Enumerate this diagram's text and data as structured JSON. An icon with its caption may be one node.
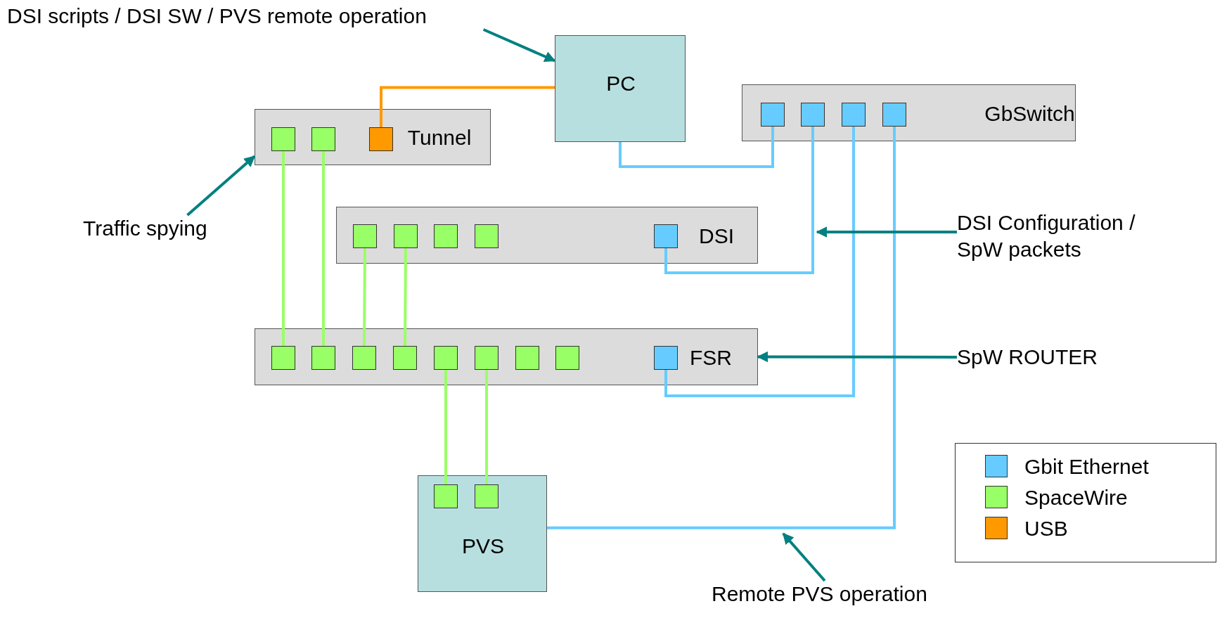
{
  "diagram": {
    "nodes": [
      {
        "text": [
          "PC"
        ]
      },
      {
        "text": [
          "GbSwitch"
        ]
      },
      {
        "text": [],
        "shape": "box",
        "in": 1
      },
      {
        "text": [],
        "shape": "box",
        "in": 1
      },
      {
        "text": [],
        "shape": "box",
        "in": 1
      },
      {
        "text": [],
        "shape": "box",
        "in": 1
      },
      {
        "text": [
          "Tunnel"
        ]
      },
      {
        "text": [],
        "shape": "box",
        "in": 6
      },
      {
        "text": [],
        "shape": "box",
        "in": 6
      },
      {
        "text": [],
        "shape": "box",
        "in": 6
      },
      {
        "text": [
          "DSI"
        ]
      },
      {
        "text": [],
        "shape": "box",
        "in": 10
      },
      {
        "text": [],
        "shape": "box",
        "in": 10
      },
      {
        "text": [],
        "shape": "box",
        "in": 10
      },
      {
        "text": [],
        "shape": "box",
        "in": 10
      },
      {
        "text": [],
        "shape": "box",
        "in": 10
      },
      {
        "text": [
          "FSR"
        ]
      },
      {
        "text": [],
        "shape": "box",
        "in": 16
      },
      {
        "text": [],
        "shape": "box",
        "in": 16
      },
      {
        "text": [],
        "shape": "box",
        "in": 16
      },
      {
        "text": [],
        "shape": "box",
        "in": 16
      },
      {
        "text": [],
        "shape": "box",
        "in": 16
      },
      {
        "text": [],
        "shape": "box",
        "in": 16
      },
      {
        "text": [],
        "shape": "box",
        "in": 16
      },
      {
        "text": [],
        "shape": "box",
        "in": 16
      },
      {
        "text": [],
        "shape": "box",
        "in": 16
      },
      {
        "text": [
          "PVS"
        ]
      },
      {
        "text": [],
        "shape": "box",
        "in": 26
      },
      {
        "text": [],
        "shape": "box",
        "in": 26
      },
      {
        "text": [
          "DSI scripts / DSI SW / PVS remote operation"
        ]
      },
      {
        "text": [
          "Traffic spying"
        ]
      },
      {
        "text": [
          "DSI Configuration / SpW packets"
        ]
      },
      {
        "text": [
          "SpW ROUTER"
        ]
      },
      {
        "text": [
          "Remote PVS operation"
        ]
      }
    ],
    "edges": [
      {
        "from": 0,
        "to": 9,
        "arrow": "none",
        "color": "#ff9900"
      },
      {
        "from": 0,
        "to": 2,
        "arrow": "none",
        "color": "#66ccff"
      },
      {
        "from": 3,
        "to": 15,
        "arrow": "none",
        "color": "#66ccff"
      },
      {
        "from": 4,
        "to": 25,
        "arrow": "none",
        "color": "#66ccff"
      },
      {
        "from": 5,
        "to": 26,
        "arrow": "none",
        "color": "#66ccff"
      },
      {
        "from": 7,
        "to": 17,
        "arrow": "none",
        "color": "#99ff66"
      },
      {
        "from": 8,
        "to": 18,
        "arrow": "none",
        "color": "#99ff66"
      },
      {
        "from": 11,
        "to": 19,
        "arrow": "none",
        "color": "#99ff66"
      },
      {
        "from": 12,
        "to": 20,
        "arrow": "none",
        "color": "#99ff66"
      },
      {
        "from": 21,
        "to": 27,
        "arrow": "none",
        "color": "#99ff66"
      },
      {
        "from": 22,
        "to": 28,
        "arrow": "none",
        "color": "#99ff66"
      },
      {
        "from": 29,
        "to": 0,
        "arrow": "to",
        "color": "#008080"
      },
      {
        "from": 30,
        "to": 6,
        "arrow": "to",
        "color": "#008080"
      },
      {
        "from": 31,
        "to": null,
        "arrow": "to",
        "color": "#008080"
      },
      {
        "from": 32,
        "to": 16,
        "arrow": "to",
        "color": "#008080"
      },
      {
        "from": 33,
        "to": null,
        "arrow": "to",
        "color": "#008080"
      }
    ],
    "legend": [
      {
        "text": "Gbit Ethernet",
        "color": "#66ccff"
      },
      {
        "text": "SpaceWire",
        "color": "#99ff66"
      },
      {
        "text": "USB",
        "color": "#ff9900"
      }
    ]
  }
}
